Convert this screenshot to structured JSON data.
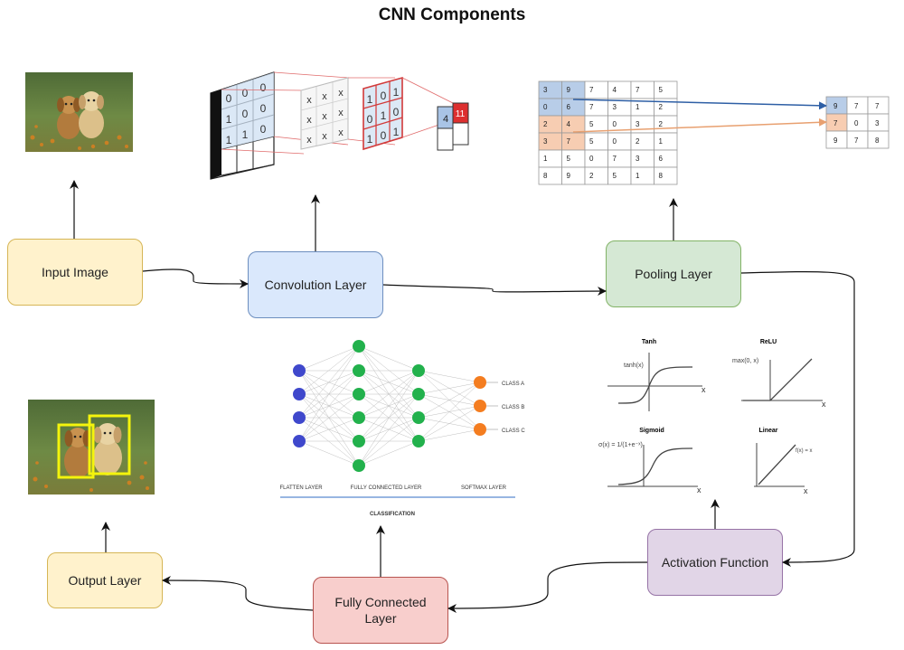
{
  "title": "CNN Components",
  "nodes": {
    "input_image": "Input Image",
    "convolution_layer": "Convolution Layer",
    "pooling_layer": "Pooling Layer",
    "activation_function": "Activation Function",
    "fully_connected_layer": "Fully Connected Layer",
    "output_layer": "Output Layer"
  },
  "colors": {
    "input": {
      "fill": "#fff2cc",
      "stroke": "#d6b656"
    },
    "conv": {
      "fill": "#dae8fc",
      "stroke": "#6c8ebf"
    },
    "pool": {
      "fill": "#d5e8d4",
      "stroke": "#82b366"
    },
    "act": {
      "fill": "#e1d5e7",
      "stroke": "#9673a6"
    },
    "fc": {
      "fill": "#f8cecc",
      "stroke": "#b85450"
    },
    "output": {
      "fill": "#fff2cc",
      "stroke": "#d6b656"
    }
  },
  "convolution": {
    "input_matrix": [
      [
        "0",
        "0",
        "0"
      ],
      [
        "1",
        "0",
        "0"
      ],
      [
        "1",
        "1",
        "0"
      ]
    ],
    "kernel": [
      [
        "x",
        "x",
        "x"
      ],
      [
        "x",
        "x",
        "x"
      ],
      [
        "x",
        "x",
        "x"
      ]
    ],
    "filter": [
      [
        "1",
        "0",
        "1"
      ],
      [
        "0",
        "1",
        "0"
      ],
      [
        "1",
        "0",
        "1"
      ]
    ],
    "output_values": [
      "4",
      "11"
    ]
  },
  "pooling": {
    "input_grid": [
      [
        "3",
        "9",
        "7",
        "4",
        "7",
        "5"
      ],
      [
        "0",
        "6",
        "7",
        "3",
        "1",
        "2"
      ],
      [
        "2",
        "4",
        "5",
        "0",
        "3",
        "2"
      ],
      [
        "3",
        "7",
        "5",
        "0",
        "2",
        "1"
      ],
      [
        "1",
        "5",
        "0",
        "7",
        "3",
        "6"
      ],
      [
        "8",
        "9",
        "2",
        "5",
        "1",
        "8"
      ]
    ],
    "output_grid": [
      [
        "9",
        "7",
        "7"
      ],
      [
        "7",
        "0",
        "3"
      ],
      [
        "9",
        "7",
        "8"
      ]
    ]
  },
  "activation": {
    "tanh": {
      "title": "Tanh",
      "formula": "tanh(x)",
      "axis": "x"
    },
    "relu": {
      "title": "ReLU",
      "formula": "max(0, x)",
      "axis": "x"
    },
    "sigmoid": {
      "title": "Sigmoid",
      "formula": "σ(x) = 1/(1+e⁻ˣ)",
      "axis": "x"
    },
    "linear": {
      "title": "Linear",
      "formula": "f(x) = x",
      "axis": "x"
    }
  },
  "network": {
    "flatten_label": "FLATTEN LAYER",
    "fc_label": "FULLY CONNECTED LAYER",
    "softmax_label": "SOFTMAX LAYER",
    "classification_label": "CLASSIFICATION",
    "classes": [
      "CLASS A",
      "CLASS B",
      "CLASS C"
    ],
    "layer_sizes": [
      4,
      6,
      4,
      3
    ],
    "layer_colors": [
      "#3f48cc",
      "#22b14c",
      "#22b14c",
      "#f47d20"
    ]
  }
}
